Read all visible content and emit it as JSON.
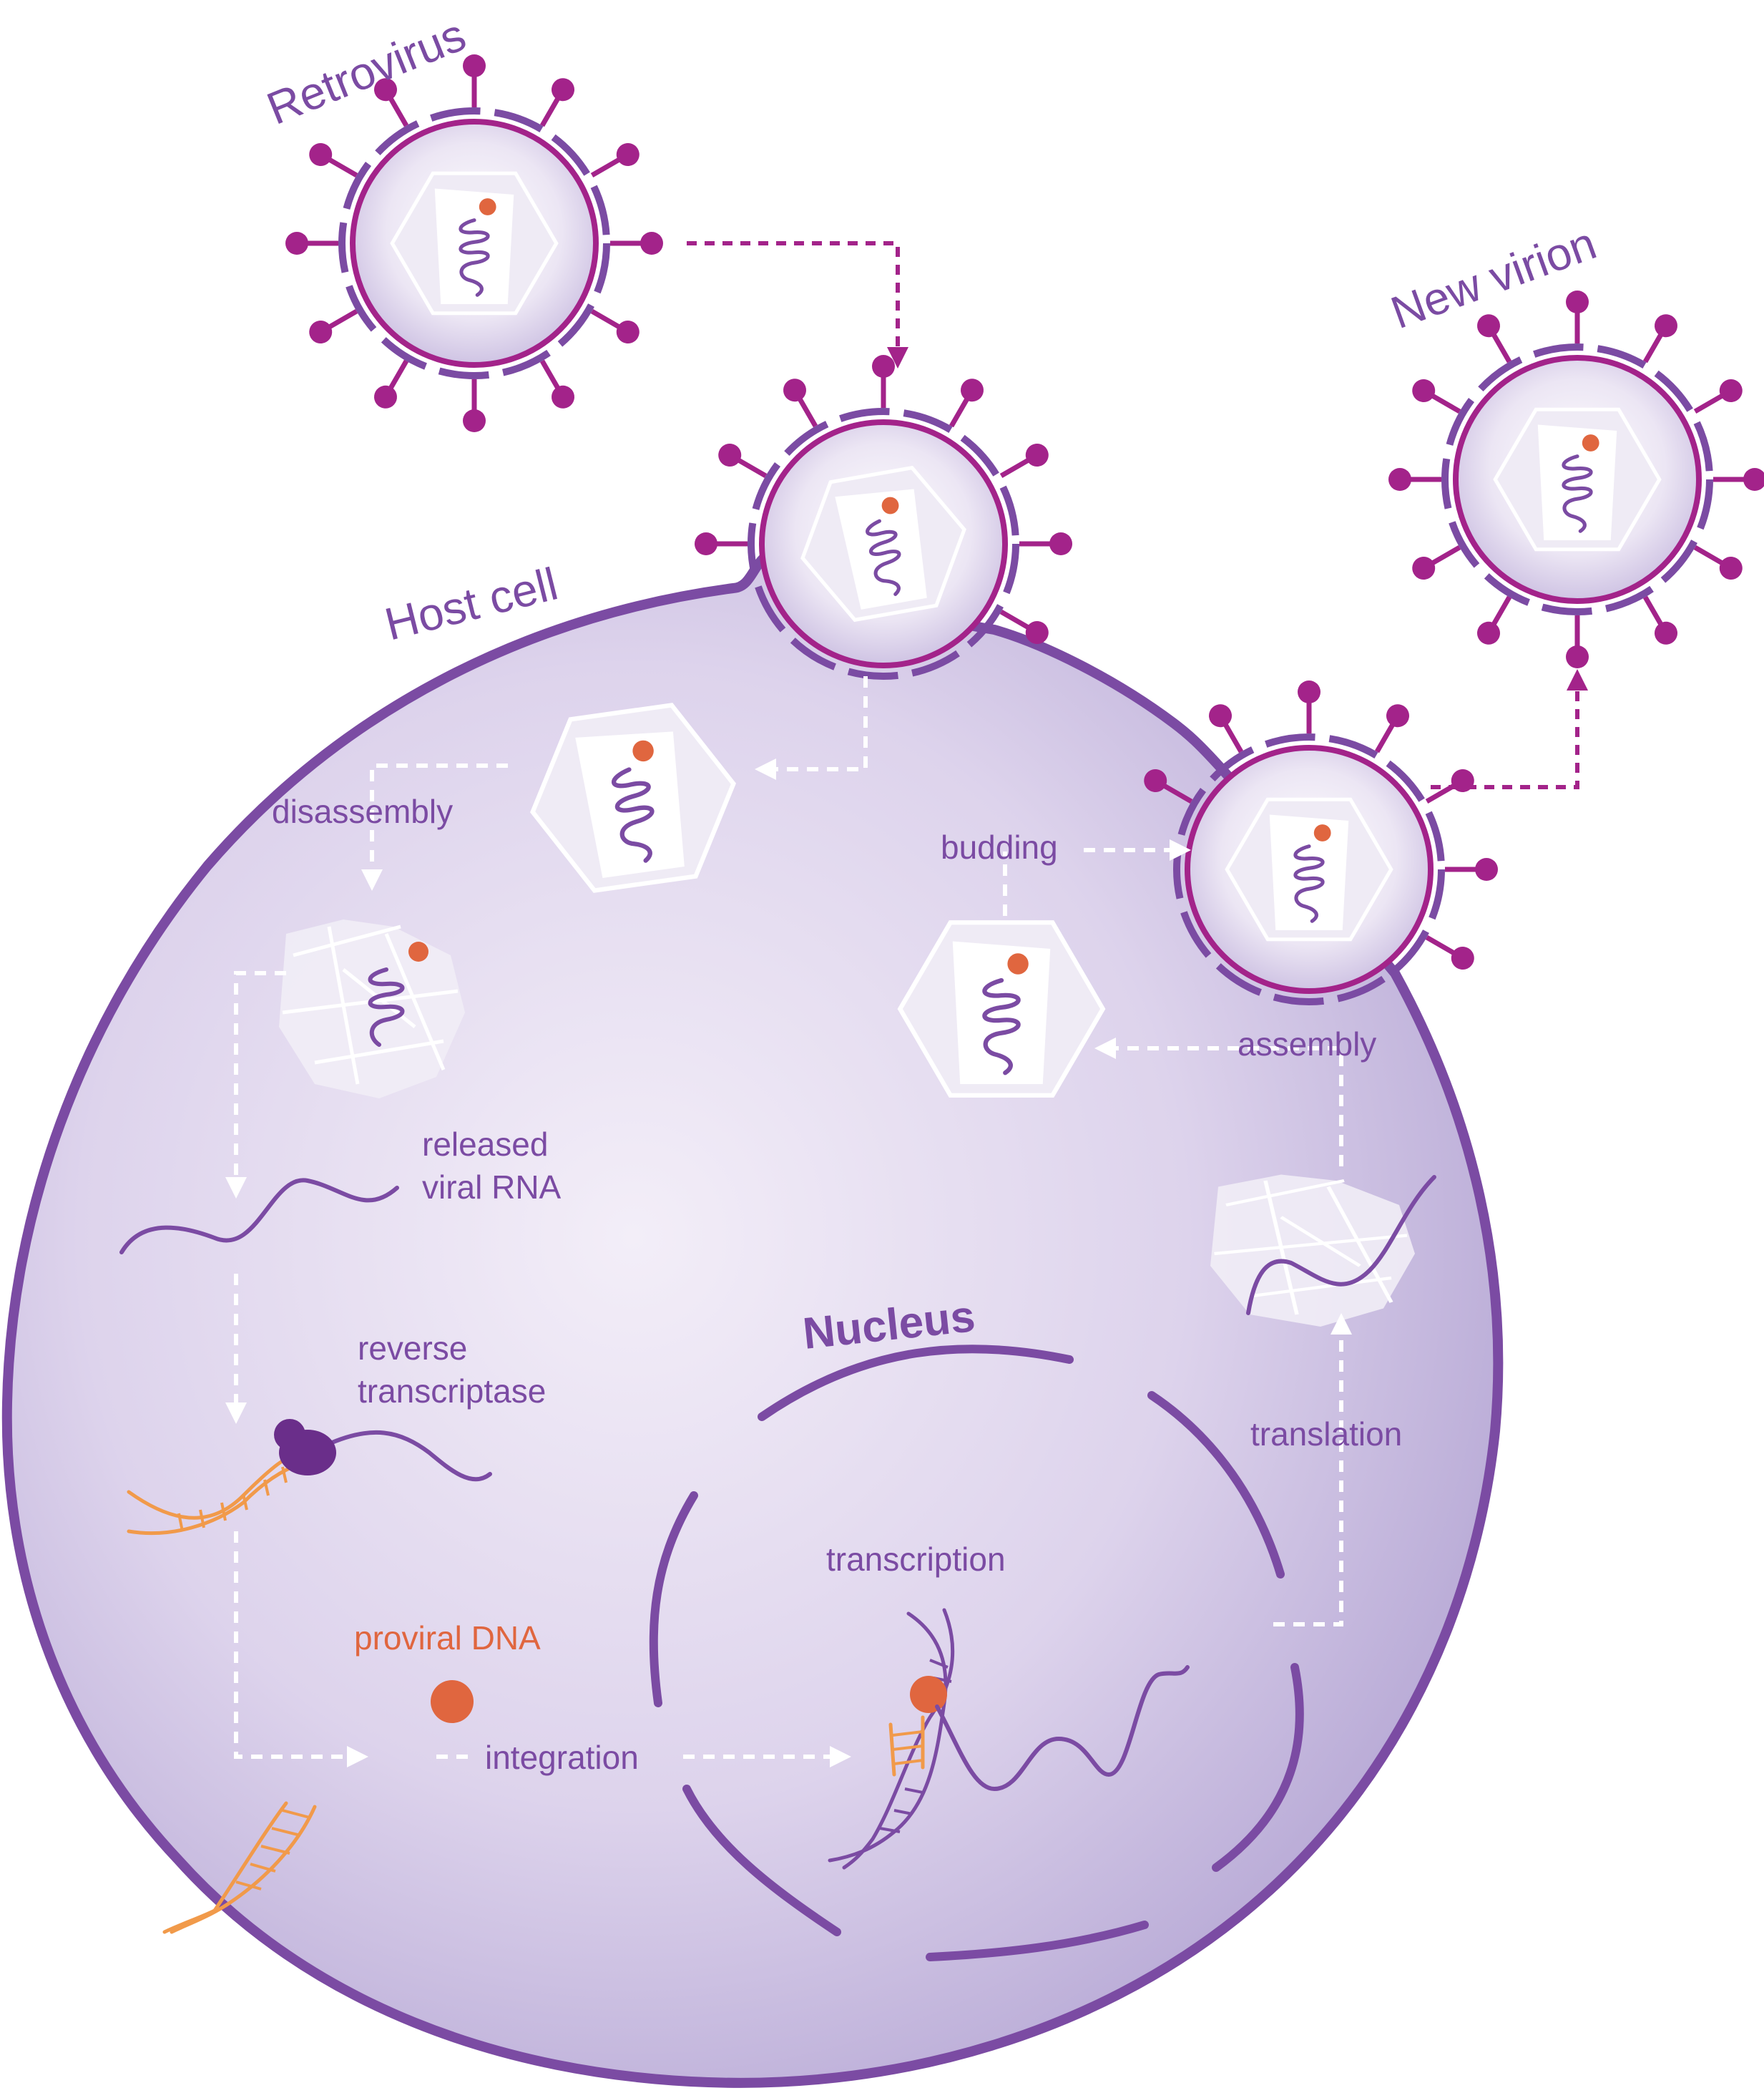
{
  "labels": {
    "retrovirus": "Retrovirus",
    "new_virion": "New virion",
    "host_cell": "Host cell",
    "nucleus": "Nucleus",
    "disassembly": "disassembly",
    "released_viral_rna_line1": "released",
    "released_viral_rna_line2": "viral RNA",
    "reverse_transcriptase_line1": "reverse",
    "reverse_transcriptase_line2": "transcriptase",
    "proviral_dna": "proviral DNA",
    "integration": "integration",
    "transcription": "transcription",
    "translation": "translation",
    "assembly": "assembly",
    "budding": "budding"
  },
  "colors": {
    "cell_fill": "#cfc3e3",
    "cell_border": "#7b4ba3",
    "virus_envelope": "#a3238a",
    "label_purple": "#7b4ba3",
    "label_orange": "#e0663f",
    "dna_orange": "#f19a4a",
    "dot_orange": "#e0663f"
  }
}
